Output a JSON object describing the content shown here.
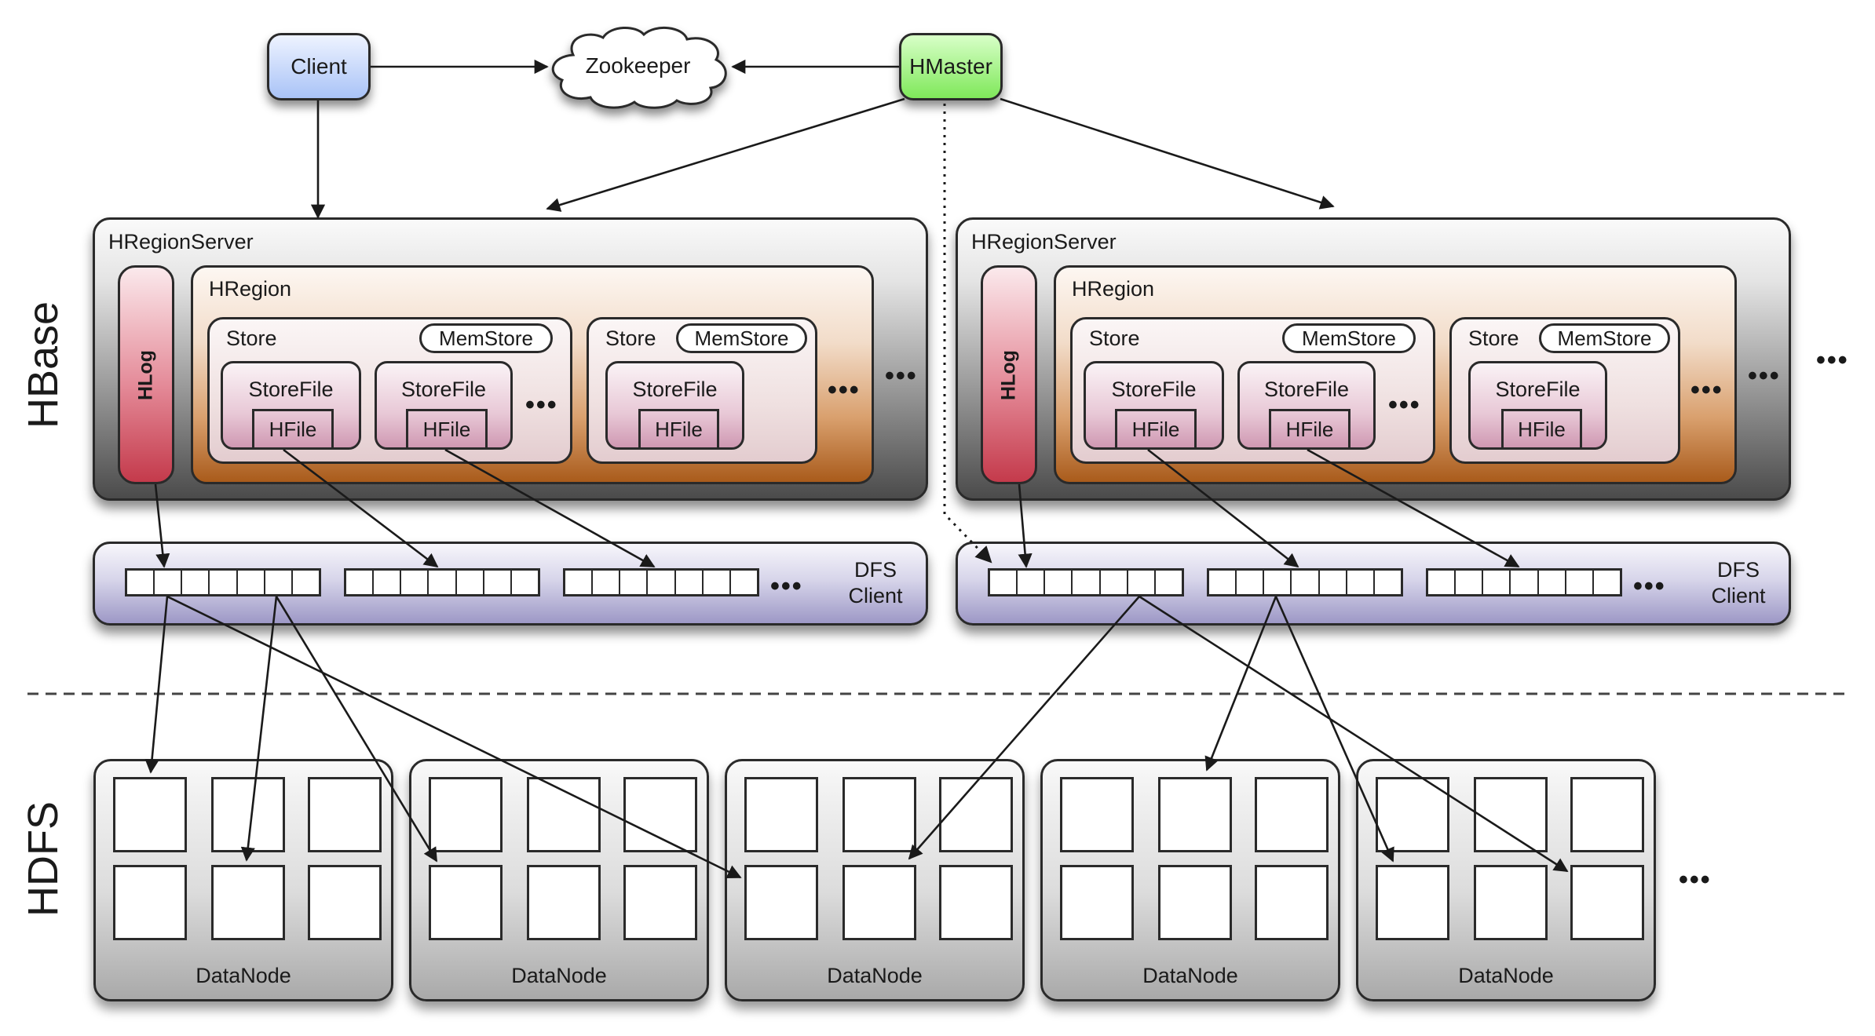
{
  "layers": {
    "hbase": "HBase",
    "hdfs": "HDFS"
  },
  "top": {
    "client": "Client",
    "zookeeper": "Zookeeper",
    "hmaster": "HMaster"
  },
  "region_server": {
    "title": "HRegionServer",
    "hlog": "HLog",
    "hregion": "HRegion",
    "store": "Store",
    "memstore": "MemStore",
    "storefile": "StoreFile",
    "hfile": "HFile",
    "ellipsis": "•••"
  },
  "dfs_client": {
    "line1": "DFS",
    "line2": "Client",
    "blocks_per_group": 7,
    "ellipsis": "•••"
  },
  "datanode": {
    "label": "DataNode",
    "count": 5,
    "blocks_per_node": 6
  },
  "more_region_servers": "•••",
  "more_datanodes": "•••",
  "colors": {
    "client": "#a9c3f7",
    "hmaster": "#7fe85a",
    "hlog": "#c43a4b",
    "hregion": "#a95b1b",
    "storefile": "#cf98b2",
    "dfs_client": "#9d98c6",
    "datanode": "#a9a9a9",
    "line": "#1a1a1a"
  }
}
